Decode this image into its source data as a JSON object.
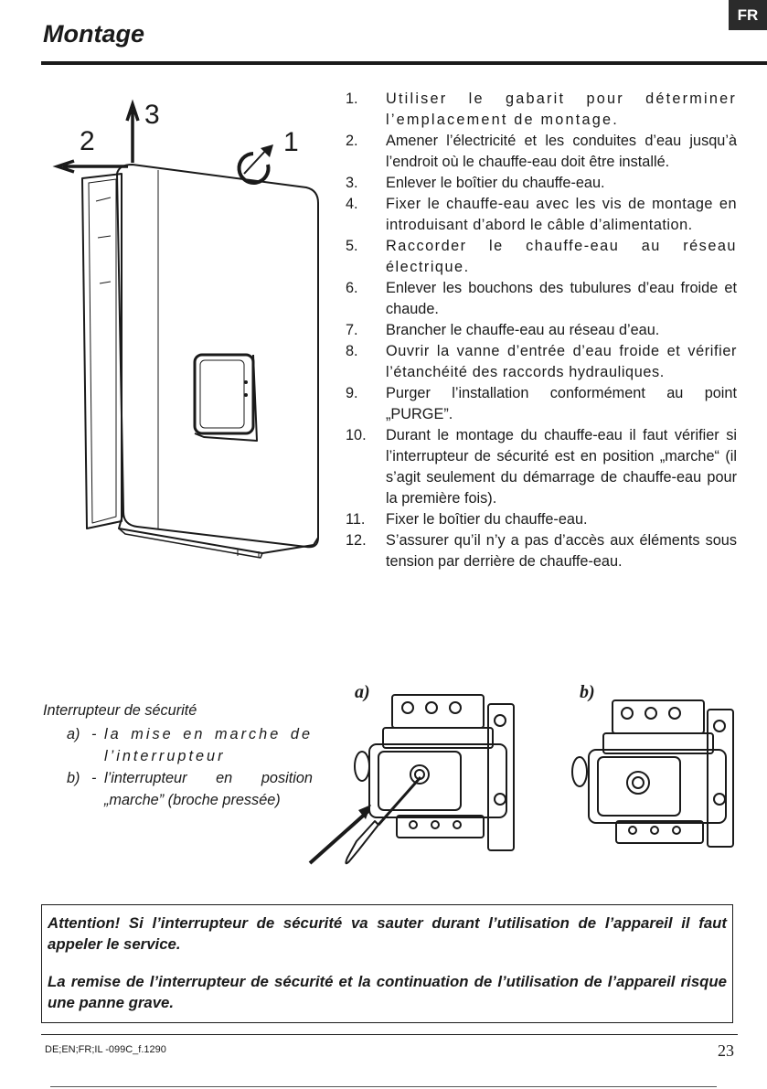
{
  "header": {
    "lang": "FR",
    "title": "Montage"
  },
  "figure_mounting": {
    "labels": [
      "1",
      "2",
      "3"
    ]
  },
  "steps": [
    {
      "num": "1.",
      "text": "Utiliser le gabarit pour déterminer l’emplacement de montage."
    },
    {
      "num": "2.",
      "text": "Amener l’électricité et les conduites d’eau jusqu’à l’endroit où le chauffe-eau doit être installé."
    },
    {
      "num": "3.",
      "text": "Enlever le boîtier du chauffe-eau."
    },
    {
      "num": "4.",
      "text": "Fixer le chauffe-eau avec les vis de montage en introduisant d’abord le câble d’alimentation."
    },
    {
      "num": "5.",
      "text": "Raccorder le chauffe-eau au réseau électrique."
    },
    {
      "num": "6.",
      "text": "Enlever les bouchons des tubulures d’eau froide et chaude."
    },
    {
      "num": "7.",
      "text": "Brancher le chauffe-eau au réseau d’eau."
    },
    {
      "num": "8.",
      "text": "Ouvrir la vanne d’entrée d’eau froide et vérifier l’étanchéité des raccords hydrauliques."
    },
    {
      "num": "9.",
      "text": "Purger l’installation conformément au point „PURGE”."
    },
    {
      "num": "10.",
      "text": "Durant le montage du chauffe-eau il faut vérifier si l’interrupteur de sécurité est en position „marche“ (il s’agit seulement du démarrage de chauffe-eau pour la première fois)."
    },
    {
      "num": "11.",
      "text": "Fixer le boîtier du chauffe-eau."
    },
    {
      "num": "12.",
      "text": "S’assurer qu’il n’y a pas d’accès aux éléments sous tension par derrière  de chauffe-eau."
    }
  ],
  "safety_switch": {
    "title": "Interrupteur de sécurité",
    "options": [
      {
        "label": "a)",
        "text": "la mise en marche de l’interrupteur"
      },
      {
        "label": "b)",
        "text": "l’interrupteur en position „marche” (broche pressée)"
      }
    ],
    "figure_labels": {
      "a": "a)",
      "b": "b)"
    }
  },
  "attention": {
    "line1": "Attention! Si l’interrupteur de sécurité va sauter durant l’utilisation de l’appareil il faut appeler le service.",
    "line2": "La remise de l’interrupteur de sécurité et la continuation de l’utilisation de l’appareil risque une panne grave."
  },
  "footer": {
    "doc_code": "DE;EN;FR;IL -099C_f.1290",
    "page_number": "23"
  }
}
